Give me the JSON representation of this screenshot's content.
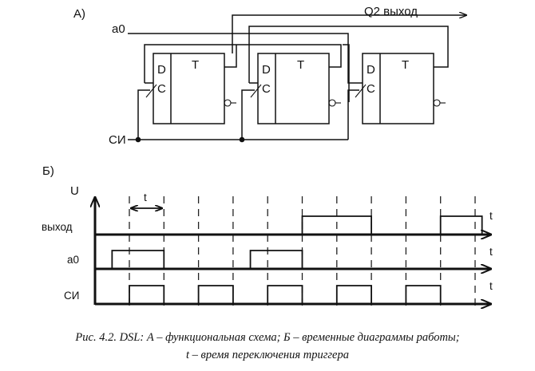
{
  "scheme": {
    "label": "А)",
    "input_label": "а0",
    "output_label": "Q2  выход",
    "clock_label": "СИ",
    "triggers": [
      {
        "d": "D",
        "c": "C",
        "t": "T"
      },
      {
        "d": "D",
        "c": "C",
        "t": "T"
      },
      {
        "d": "D",
        "c": "C",
        "t": "T"
      }
    ]
  },
  "timing": {
    "label": "Б)",
    "y_axis_label": "U",
    "time_label": "t",
    "interval_label": "t",
    "rows": [
      {
        "name": "выход",
        "pulses": [
          [
            5,
            7
          ],
          [
            9,
            10.2
          ]
        ]
      },
      {
        "name": "а0",
        "pulses": [
          [
            -0.5,
            1
          ],
          [
            3.5,
            5
          ]
        ]
      },
      {
        "name": "СИ",
        "pulses": [
          [
            0,
            1
          ],
          [
            2,
            3
          ],
          [
            4,
            5
          ],
          [
            6,
            7
          ],
          [
            8,
            9
          ]
        ]
      }
    ],
    "dashed_marks": [
      0,
      1,
      2,
      3,
      4,
      5,
      6,
      7,
      8,
      9,
      10
    ]
  },
  "caption": {
    "line1": "Рис. 4.2. DSL: А – функциональная схема; Б – временные диаграммы работы;",
    "line2": "t – время переключения триггера"
  }
}
